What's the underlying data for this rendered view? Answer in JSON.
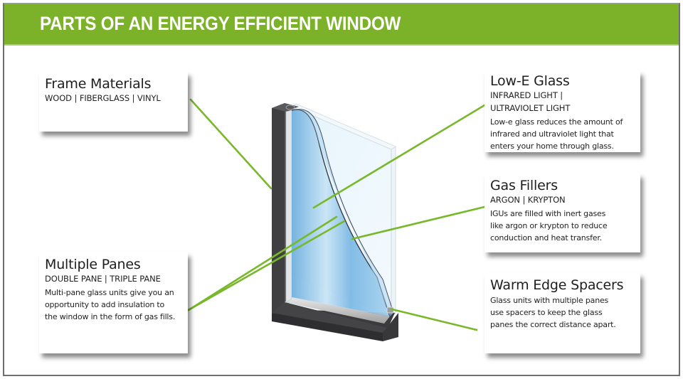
{
  "header": {
    "title": "PARTS OF AN ENERGY EFFICIENT WINDOW",
    "background_color": "#7cb12a"
  },
  "colors": {
    "accent_green": "#7cb12a",
    "frame_dark": "#4a4a4c",
    "glass_blue": "#8fc3e6",
    "connector_line": "#78b82a"
  },
  "cards": {
    "frame_materials": {
      "title": "Frame Materials",
      "subtitle": "WOOD | FIBERGLASS | VINYL"
    },
    "multiple_panes": {
      "title": "Multiple Panes",
      "subtitle": "DOUBLE PANE | TRIPLE PANE",
      "description_lines": [
        "Multi-pane glass units give you an",
        "opportunity to add insulation to",
        "the window in the form of gas fills."
      ]
    },
    "low_e_glass": {
      "title": "Low-E Glass",
      "subtitle_lines": [
        "INFRARED LIGHT |",
        "ULTRAVIOLET LIGHT"
      ],
      "description_lines": [
        "Low-e glass reduces the amount of",
        "infrared and ultraviolet light that",
        "enters your home through glass."
      ]
    },
    "gas_fillers": {
      "title": "Gas Fillers",
      "subtitle": "ARGON | KRYPTON",
      "description_lines": [
        "IGUs are filled with inert gases",
        "like argon or krypton to reduce",
        "conduction and heat transfer."
      ]
    },
    "warm_edge_spacers": {
      "title": "Warm Edge Spacers",
      "description_lines": [
        "Glass units with multiple panes",
        "use spacers to keep the glass",
        "panes the correct distance apart."
      ]
    }
  },
  "illustration": {
    "subject": "cutaway-double-pane-window",
    "parts": [
      "frame",
      "outer-glass-pane",
      "inner-glass-pane",
      "gas-gap",
      "spacer"
    ]
  }
}
